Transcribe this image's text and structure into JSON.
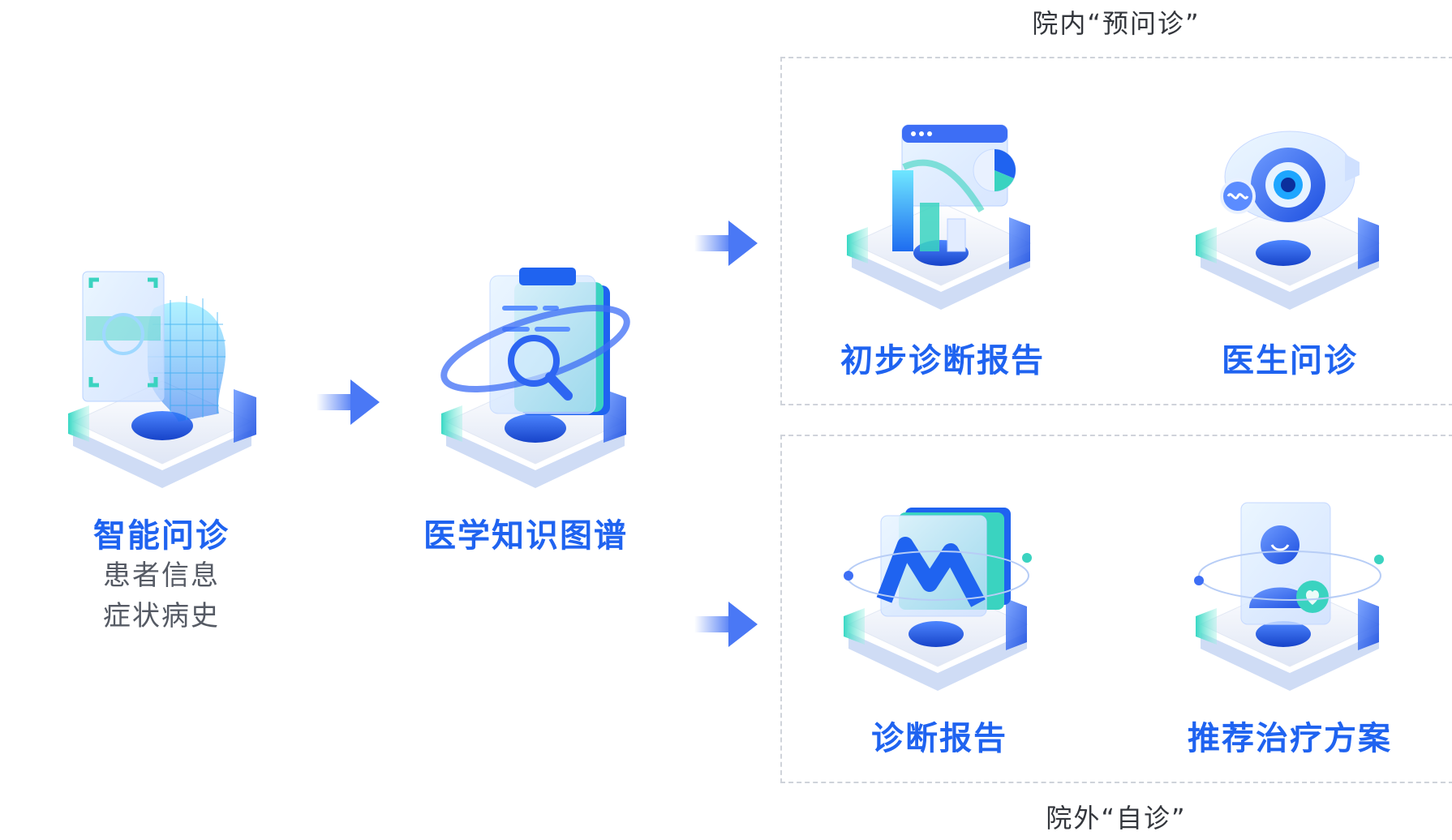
{
  "groups": {
    "in_hospital_label": "院内“预问诊”",
    "out_hospital_label": "院外“自诊”"
  },
  "stages": {
    "intake": {
      "title": "智能问诊",
      "sub_line_1": "患者信息",
      "sub_line_2": "症状病史",
      "icon": "face-scan-icon"
    },
    "knowledge": {
      "title": "医学知识图谱",
      "icon": "document-search-icon"
    }
  },
  "outputs": {
    "preliminary_report": {
      "title": "初步诊断报告",
      "icon": "dashboard-chart-icon"
    },
    "doctor_consult": {
      "title": "医生问诊",
      "icon": "eye-lens-icon"
    },
    "diagnosis_report": {
      "title": "诊断报告",
      "icon": "chart-card-icon"
    },
    "treatment_plan": {
      "title": "推荐治疗方案",
      "icon": "user-card-icon"
    }
  },
  "colors": {
    "accent_blue": "#1f63f0",
    "teal": "#3fd6c2",
    "arrow_blue": "#4a78f5",
    "dashed_border": "#cfd3da"
  }
}
